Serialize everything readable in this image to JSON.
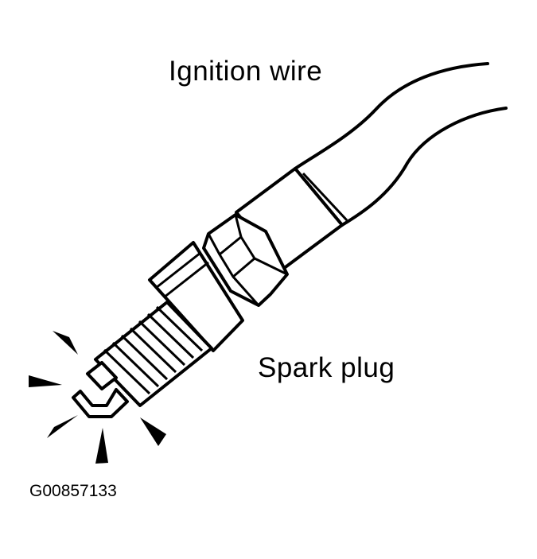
{
  "labels": {
    "ignition_wire": "Ignition wire",
    "spark_plug": "Spark plug",
    "figure_code": "G00857133"
  },
  "colors": {
    "ink": "#000000",
    "paper": "#ffffff"
  }
}
